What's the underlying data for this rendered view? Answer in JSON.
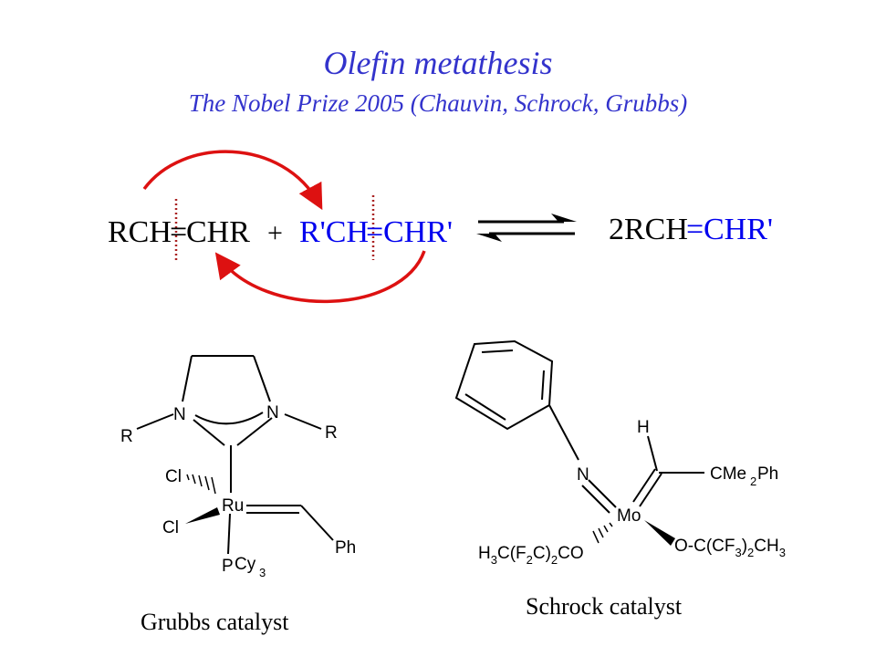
{
  "title": "Olefin metathesis",
  "subtitle": "The Nobel Prize 2005 (Chauvin, Schrock, Grubbs)",
  "colors": {
    "title": "#3333cc",
    "blue_formula": "#0000ee",
    "arrows": "#dd1111",
    "cleave_line": "#aa2222"
  },
  "reaction": {
    "reactant1_a": "RCH",
    "reactant1_eq": "=",
    "reactant1_b": "CHR",
    "plus": "+",
    "reactant2_a": "R'CH",
    "reactant2_eq": "=",
    "reactant2_b": "CHR'",
    "product_a": "2RCH",
    "product_eq": "=",
    "product_b": "CHR'"
  },
  "grubbs": {
    "caption": "Grubbs catalyst",
    "N1": "N",
    "N2": "N",
    "R1": "R",
    "R2": "R",
    "Cl1": "Cl",
    "Cl2": "Cl",
    "Ru": "Ru",
    "P": "P",
    "Cy": "Cy",
    "Cy_sub": "3",
    "Ph": "Ph"
  },
  "schrock": {
    "caption": "Schrock catalyst",
    "H": "H",
    "N": "N",
    "Mo": "Mo",
    "CMe": "CMe",
    "CMe_sub": "2",
    "Ph": "Ph",
    "left_H": "H",
    "left_sub1": "3",
    "left_C": "C(F",
    "left_sub2": "2",
    "left_C2": "C)",
    "left_sub3": "2",
    "left_CO": "CO",
    "right_O": "O-C(CF",
    "right_sub1": "3",
    "right_p": ")",
    "right_sub2": "2",
    "right_CH": "CH",
    "right_sub3": "3"
  }
}
